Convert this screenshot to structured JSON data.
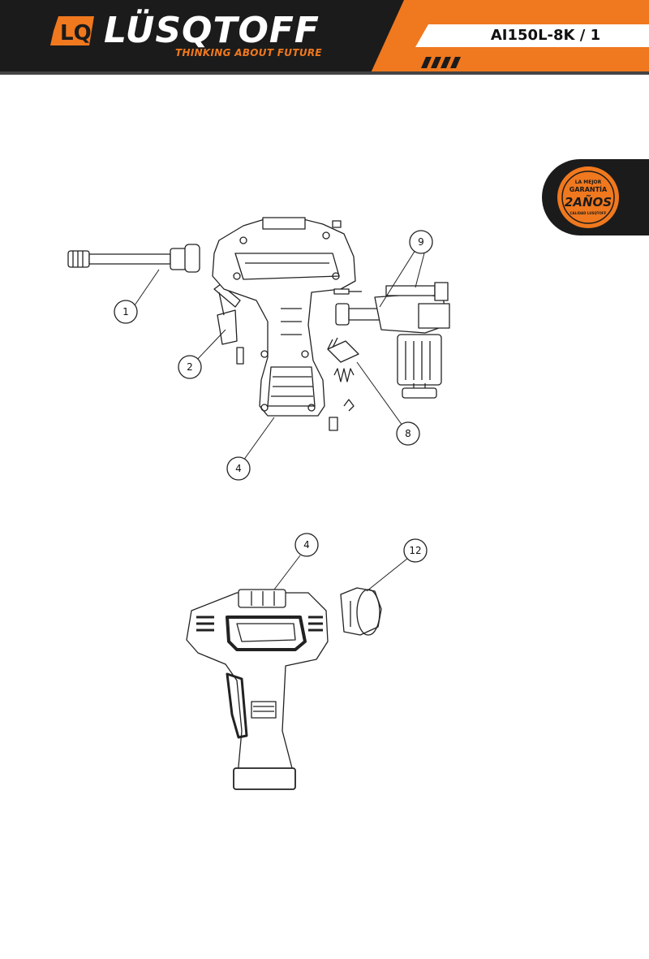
{
  "header": {
    "brand": "LÜSQTOFF",
    "tagline": "THINKING ABOUT FUTURE",
    "model_code": "AI150L-8K / 1",
    "colors": {
      "dark": "#1b1b1b",
      "accent": "#f0781e",
      "light": "#ffffff"
    }
  },
  "warranty_badge": {
    "line1": "LA MEJOR",
    "line2": "GARANTÍA",
    "line3": "2AÑOS",
    "line4": "CALIDAD LUSQTOFF"
  },
  "callouts": {
    "c1": "1",
    "c2": "2",
    "c4a": "4",
    "c8": "8",
    "c9": "9",
    "c4b": "4",
    "c12": "12"
  }
}
